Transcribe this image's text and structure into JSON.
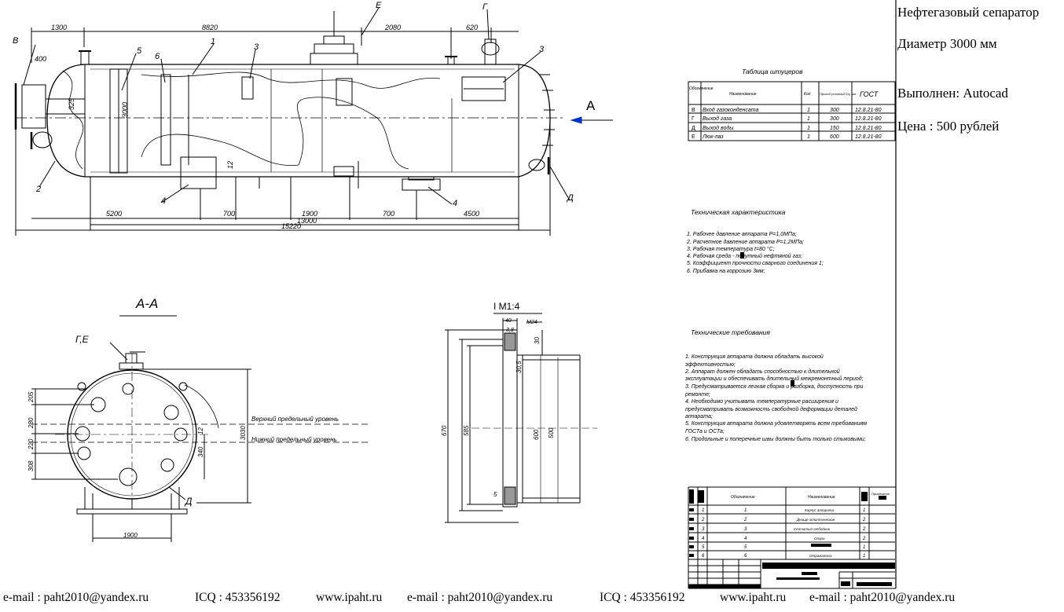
{
  "product": {
    "title": "Нефтегазовый сепаратор",
    "diameter": "Диаметр 3000 мм",
    "made_in": "Выполнен: Autocad",
    "price": "Цена : 500 рублей"
  },
  "footer": [
    "e-mail : paht2010@yandex.ru",
    "ICQ : 453356192",
    "www.ipaht.ru",
    "e-mail : paht2010@yandex.ru",
    "ICQ : 453356192",
    "www.ipaht.ru",
    "e-mail : paht2010@yandex.ru"
  ],
  "main_view": {
    "leaders": [
      "В",
      "5",
      "6",
      "1",
      "3",
      "Е",
      "Г",
      "3",
      "2",
      "4",
      "4",
      "Д"
    ],
    "view_arrow": "А",
    "dim_top": [
      "1300",
      "8820",
      "2080",
      "620"
    ],
    "dim_bottom": [
      "5200",
      "700",
      "1900",
      "700",
      "4500"
    ],
    "dim_total_inner": "13000",
    "dim_total": "15220",
    "small_dims": [
      "400",
      "325",
      "3000",
      "12"
    ]
  },
  "section_aa": {
    "title": "А-А",
    "nozzle_label": "Г,Е",
    "upper_level": "Верхний предельный уровень",
    "lower_level": "Нижний предельный уровень",
    "left_dims": [
      "205",
      "280",
      "220",
      "308"
    ],
    "right_dims": [
      "3030",
      "340",
      "12"
    ],
    "support_width": "1900",
    "bottom_label": "Д"
  },
  "detail_i": {
    "title": "I  М1:4",
    "dims": [
      "40",
      "3,8",
      "М24",
      "30",
      "30,5",
      "670",
      "585",
      "600",
      "500",
      "5"
    ]
  },
  "nozzle_table": {
    "title": "Таблица штуцеров",
    "headers": [
      "Обозначение",
      "Наименование",
      "Кол.",
      "Проход условный Dy, мм",
      "ГОСТ"
    ],
    "rows": [
      [
        "В",
        "Вход газоконденсата",
        "1",
        "300",
        "12.8.21-80"
      ],
      [
        "Г",
        "Выход газа",
        "1",
        "300",
        "12.8.21-80"
      ],
      [
        "Д",
        "Выход воды",
        "1",
        "150",
        "12.8.21-80"
      ],
      [
        "Е",
        "Люк-лаз",
        "1",
        "600",
        "12.8.21-80"
      ]
    ]
  },
  "tech_char": {
    "title": "Техническая характеристика",
    "items": [
      "1. Рабочее давление аппарата Р=1,0МПа;",
      "2. Расчетное давление аппарата Р=1,2МПа;",
      "3. Рабочая температура  t=80 °С;",
      "4. Рабочая среда - попутный нефтяной газ;",
      "5. Коэффициент прочности сварного соединения 1;",
      "6. Прибавка на коррозию 3мм;"
    ]
  },
  "tech_req": {
    "title": "Технические требования",
    "items": [
      "1. Конструкция аппарата должна обладать высокой",
      "   эффективностью;",
      "2. Аппарат должен обладать способностью к длительной",
      "эксплуатации и обеспечивать длительный межремонтный период;",
      "3. Предусматривается легкая сборка и  разборка, доступность при",
      "   ремонте;",
      "4. Необходимо учитывать температурные расширения и",
      "   предусматривать возможность свободной деформации деталей",
      "   аппарата;",
      "5. Конструкция аппарата должна удовлетворять всем требованиям",
      "   ГОСТа и ОСТа;",
      "6. Продольные и поперечные швы должны быть только стыковыми;"
    ]
  },
  "spec_table": {
    "headers": [
      "Обозначение",
      "Наименование",
      "Примечание"
    ],
    "rows": [
      [
        "1",
        "1",
        "Корпус аппарата",
        "1"
      ],
      [
        "2",
        "2",
        "Днище эллиптическое",
        "2"
      ],
      [
        "3",
        "3",
        "Сетчатый отбойник",
        "2"
      ],
      [
        "4",
        "4",
        "Опора",
        "2"
      ],
      [
        "5",
        "5",
        "",
        "1"
      ],
      [
        "6",
        "6",
        "Отражатель",
        "1"
      ]
    ]
  }
}
